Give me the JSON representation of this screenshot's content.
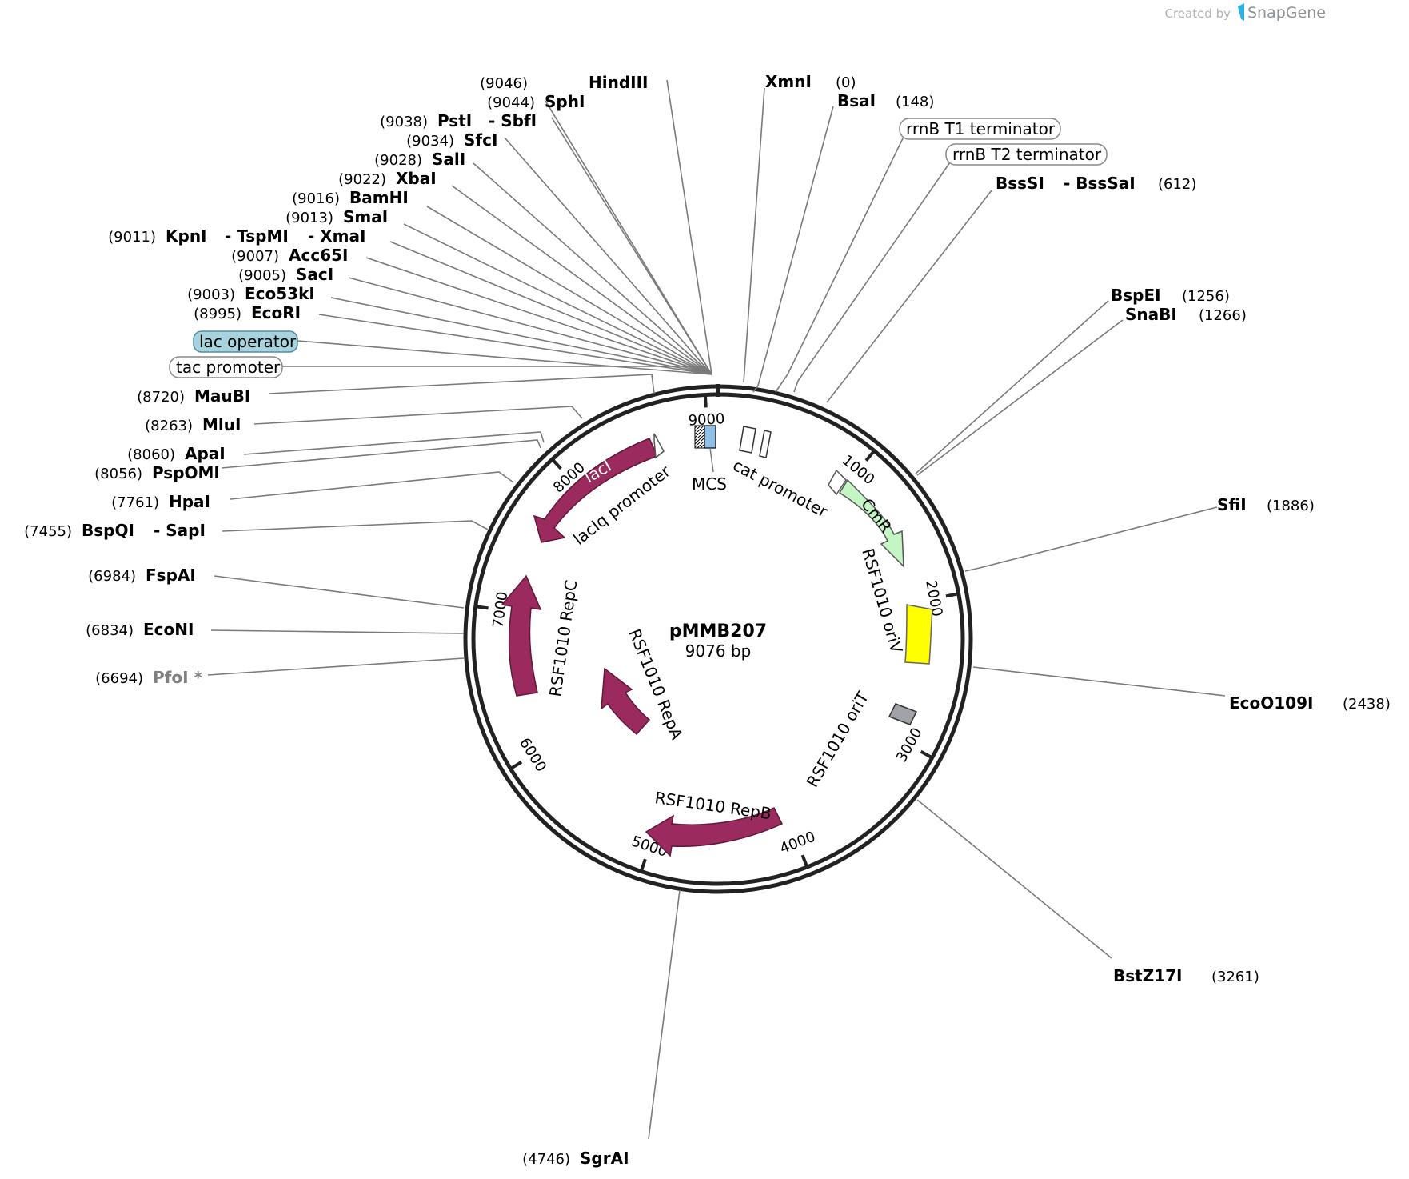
{
  "credit": {
    "prefix": "Created by",
    "brand": "SnapGene"
  },
  "plasmid": {
    "name": "pMMB207",
    "length_label": "9076 bp",
    "length": 9076
  },
  "ticks": [
    "1000",
    "2000",
    "3000",
    "4000",
    "5000",
    "6000",
    "7000",
    "8000",
    "9000"
  ],
  "features": [
    {
      "id": "lacI",
      "label": "lacI",
      "color": "#9b2a5e",
      "kind": "arrow"
    },
    {
      "id": "laciq-promoter",
      "label": "lacIq promoter",
      "color": "#ffffff",
      "kind": "small-arrow"
    },
    {
      "id": "mcs",
      "label": "MCS",
      "color": "#8fc0e8",
      "kind": "box"
    },
    {
      "id": "cat-promoter",
      "label": "cat promoter",
      "color": "#ffffff",
      "kind": "small-arrow"
    },
    {
      "id": "cmr",
      "label": "CmR",
      "color": "#c4f5c4",
      "kind": "arrow"
    },
    {
      "id": "rsf1010-oriv",
      "label": "RSF1010 oriV",
      "color": "#ffff00",
      "kind": "box"
    },
    {
      "id": "rsf1010-orit",
      "label": "RSF1010 oriT",
      "color": "#a0a4a8",
      "kind": "box"
    },
    {
      "id": "rsf1010-repb",
      "label": "RSF1010 RepB",
      "color": "#9b2a5e",
      "kind": "arrow"
    },
    {
      "id": "rsf1010-repa",
      "label": "RSF1010 RepA",
      "color": "#9b2a5e",
      "kind": "arrow"
    },
    {
      "id": "rsf1010-repc",
      "label": "RSF1010 RepC",
      "color": "#9b2a5e",
      "kind": "arrow"
    }
  ],
  "outer_features": [
    {
      "id": "rrnb-t1",
      "label": "rrnB T1 terminator",
      "fill": "#ffffff"
    },
    {
      "id": "rrnb-t2",
      "label": "rrnB T2 terminator",
      "fill": "#ffffff"
    },
    {
      "id": "lac-operator",
      "label": "lac operator",
      "fill": "#a6d3de"
    },
    {
      "id": "tac-promoter",
      "label": "tac promoter",
      "fill": "#ffffff"
    }
  ],
  "sites": [
    {
      "id": "hindiii",
      "names": [
        "HindIII"
      ],
      "pos": "(9046)"
    },
    {
      "id": "sphi",
      "names": [
        "SphI"
      ],
      "pos": "(9044)"
    },
    {
      "id": "psti",
      "names": [
        "PstI",
        "- SbfI"
      ],
      "pos": "(9038)"
    },
    {
      "id": "sfci",
      "names": [
        "SfcI"
      ],
      "pos": "(9034)"
    },
    {
      "id": "sali",
      "names": [
        "SalI"
      ],
      "pos": "(9028)"
    },
    {
      "id": "xbai",
      "names": [
        "XbaI"
      ],
      "pos": "(9022)"
    },
    {
      "id": "bamhi",
      "names": [
        "BamHI"
      ],
      "pos": "(9016)"
    },
    {
      "id": "smai",
      "names": [
        "SmaI"
      ],
      "pos": "(9013)"
    },
    {
      "id": "kpni",
      "names": [
        "KpnI",
        "- TspMI",
        "- XmaI"
      ],
      "pos": "(9011)"
    },
    {
      "id": "acc65i",
      "names": [
        "Acc65I"
      ],
      "pos": "(9007)"
    },
    {
      "id": "saci",
      "names": [
        "SacI"
      ],
      "pos": "(9005)"
    },
    {
      "id": "eco53ki",
      "names": [
        "Eco53kI"
      ],
      "pos": "(9003)"
    },
    {
      "id": "ecori",
      "names": [
        "EcoRI"
      ],
      "pos": "(8995)"
    },
    {
      "id": "maubi",
      "names": [
        "MauBI"
      ],
      "pos": "(8720)"
    },
    {
      "id": "mlui",
      "names": [
        "MluI"
      ],
      "pos": "(8263)"
    },
    {
      "id": "apai",
      "names": [
        "ApaI"
      ],
      "pos": "(8060)"
    },
    {
      "id": "pspomi",
      "names": [
        "PspOMI"
      ],
      "pos": "(8056)"
    },
    {
      "id": "hpai",
      "names": [
        "HpaI"
      ],
      "pos": "(7761)"
    },
    {
      "id": "bspqi",
      "names": [
        "BspQI",
        "- SapI"
      ],
      "pos": "(7455)"
    },
    {
      "id": "fspai",
      "names": [
        "FspAI"
      ],
      "pos": "(6984)"
    },
    {
      "id": "econi",
      "names": [
        "EcoNI"
      ],
      "pos": "(6834)"
    },
    {
      "id": "pfoi",
      "names": [
        "PfoI *"
      ],
      "pos": "(6694)",
      "dim": true
    },
    {
      "id": "xmni",
      "names": [
        "XmnI"
      ],
      "pos": "(0)"
    },
    {
      "id": "bsai",
      "names": [
        "BsaI"
      ],
      "pos": "(148)"
    },
    {
      "id": "bsssi",
      "names": [
        "BssSI",
        "- BssSaI"
      ],
      "pos": "(612)"
    },
    {
      "id": "bspei",
      "names": [
        "BspEI"
      ],
      "pos": "(1256)"
    },
    {
      "id": "snabi",
      "names": [
        "SnaBI"
      ],
      "pos": "(1266)"
    },
    {
      "id": "sfii",
      "names": [
        "SfiI"
      ],
      "pos": "(1886)"
    },
    {
      "id": "ecoo109i",
      "names": [
        "EcoO109I"
      ],
      "pos": "(2438)"
    },
    {
      "id": "bstz17i",
      "names": [
        "BstZ17I"
      ],
      "pos": "(3261)"
    },
    {
      "id": "sgrai",
      "names": [
        "SgrAI"
      ],
      "pos": "(4746)"
    }
  ]
}
